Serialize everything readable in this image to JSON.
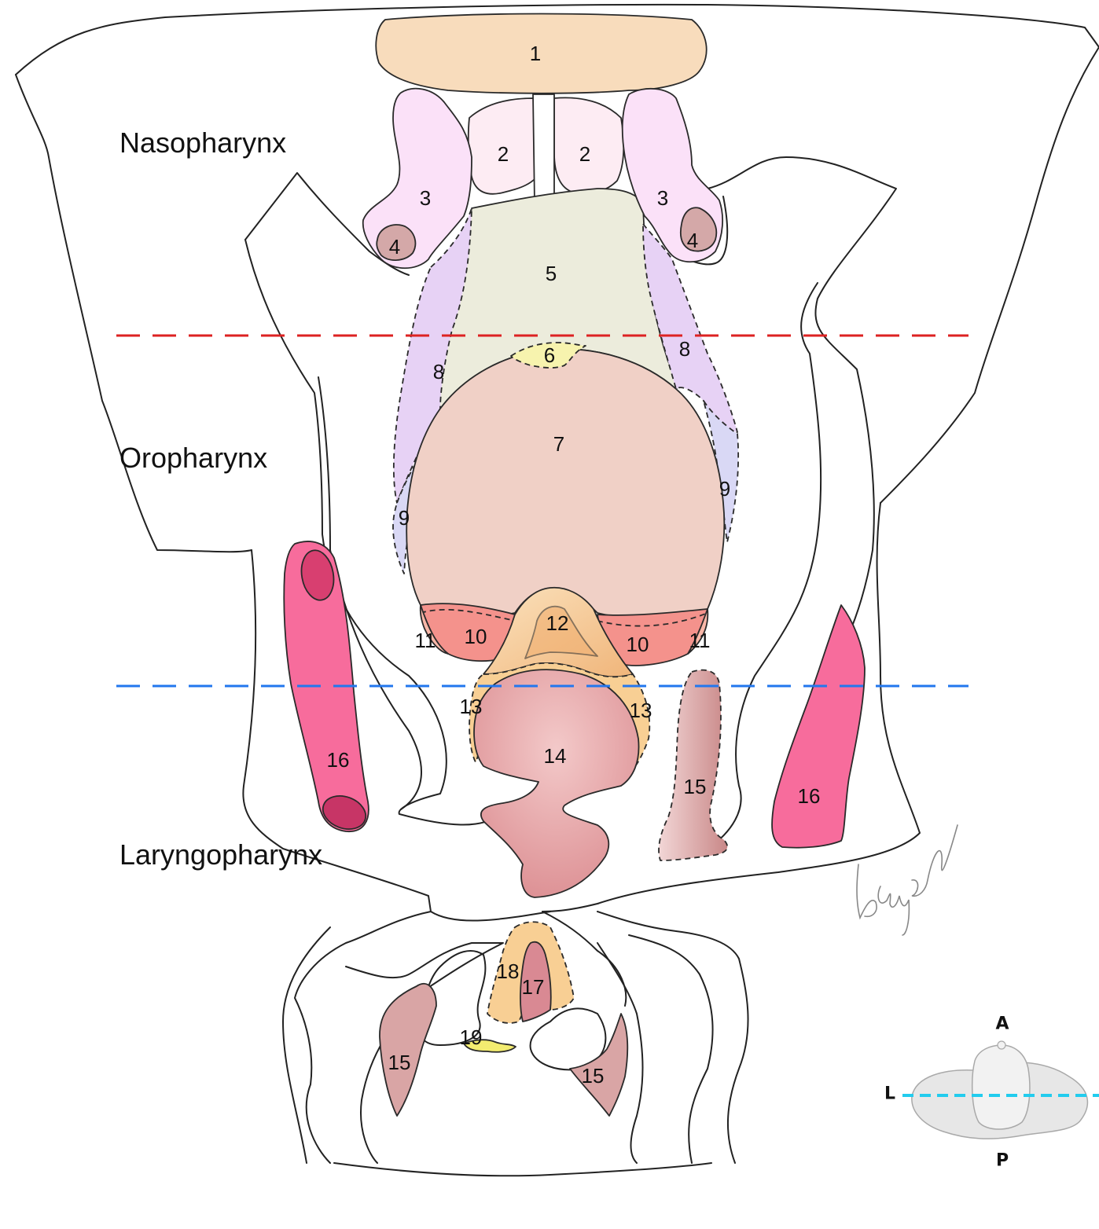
{
  "regions": {
    "nasopharynx": "Nasopharynx",
    "oropharynx": "Oropharynx",
    "laryngopharynx": "Laryngopharynx"
  },
  "numbers": {
    "n1": "1",
    "n2": "2",
    "n3": "3",
    "n4": "4",
    "n5": "5",
    "n6": "6",
    "n7": "7",
    "n8": "8",
    "n9": "9",
    "n10": "10",
    "n11": "11",
    "n12": "12",
    "n13": "13",
    "n14": "14",
    "n15": "15",
    "n16": "16",
    "n17": "17",
    "n18": "18",
    "n19": "19"
  },
  "orientation": {
    "anterior": "A",
    "posterior": "P",
    "left": "L"
  },
  "colors": {
    "reference_line_upper": "#dd2222",
    "reference_line_lower": "#2277ee",
    "orientation_line": "#22ccee",
    "structure_1": "#f8dcbc",
    "structure_2": "#fdecf3",
    "structure_3": "#fbe1f8",
    "structure_4": "#d4a8a8",
    "structure_5": "#ececdc",
    "structure_6": "#f7f3ae",
    "structure_7": "#f0d0c6",
    "structure_8": "#e7d2f5",
    "structure_9": "#d9d8f5",
    "structure_10": "#f4928c",
    "structure_12": "#f7cf9c",
    "structure_14": "#e59da0",
    "structure_15": "#d9a5a5",
    "structure_16": "#f76c9c",
    "structure_17": "#d98993",
    "structure_18": "#f8cf94",
    "structure_19": "#f3ec70"
  }
}
